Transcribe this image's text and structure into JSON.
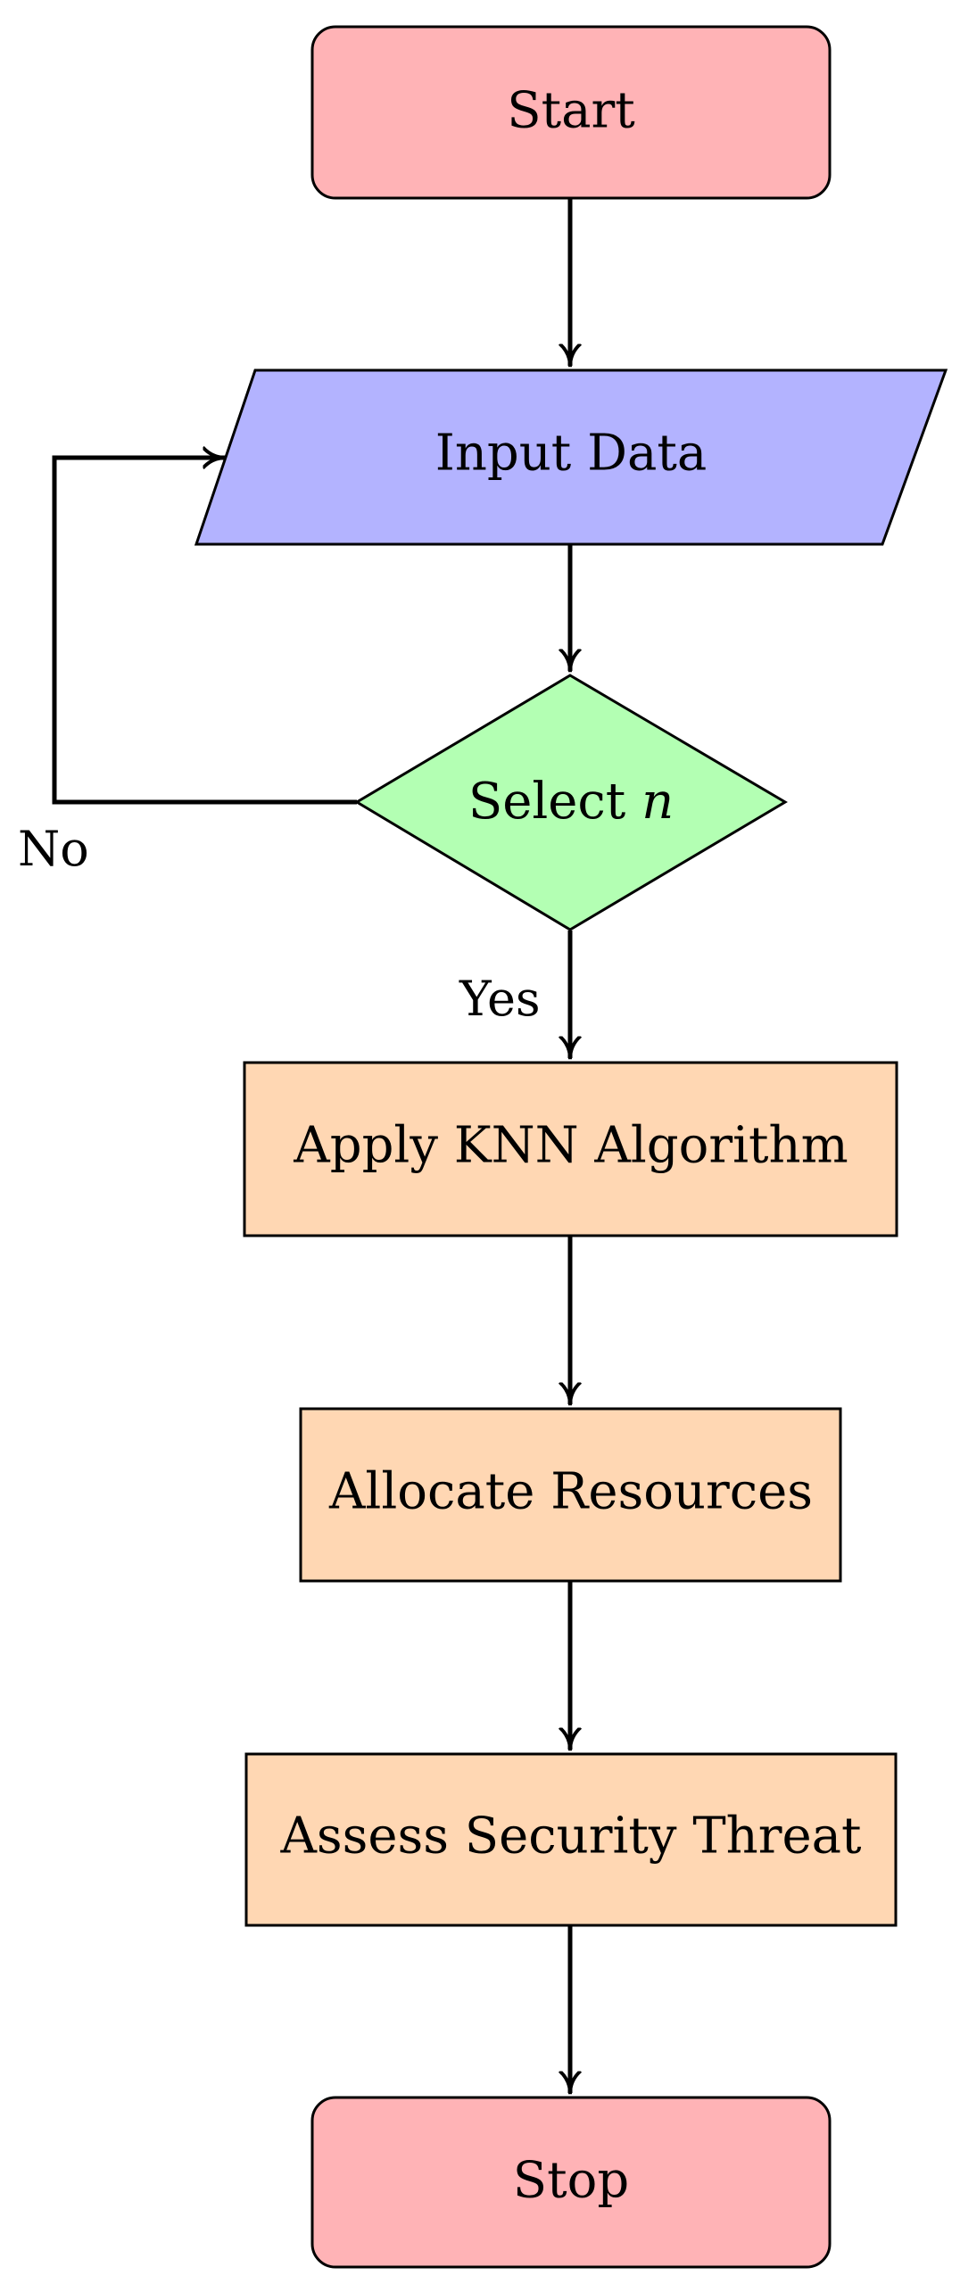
{
  "colors": {
    "terminal": "#ffb3b6",
    "io": "#b3b3ff",
    "decision": "#b3ffb3",
    "process": "#ffd7b3",
    "line": "#000000"
  },
  "nodes": {
    "start": {
      "label": "Start",
      "shape": "rounded-rectangle"
    },
    "input": {
      "label": "Input Data",
      "shape": "parallelogram"
    },
    "decision": {
      "label_prefix": "Select ",
      "label_var": "n",
      "shape": "diamond"
    },
    "knn": {
      "label": "Apply KNN Algorithm",
      "shape": "rectangle"
    },
    "allocate": {
      "label": "Allocate Resources",
      "shape": "rectangle"
    },
    "assess": {
      "label": "Assess Security Threat",
      "shape": "rectangle"
    },
    "stop": {
      "label": "Stop",
      "shape": "rounded-rectangle"
    }
  },
  "edges": {
    "no_label": "No",
    "yes_label": "Yes"
  }
}
